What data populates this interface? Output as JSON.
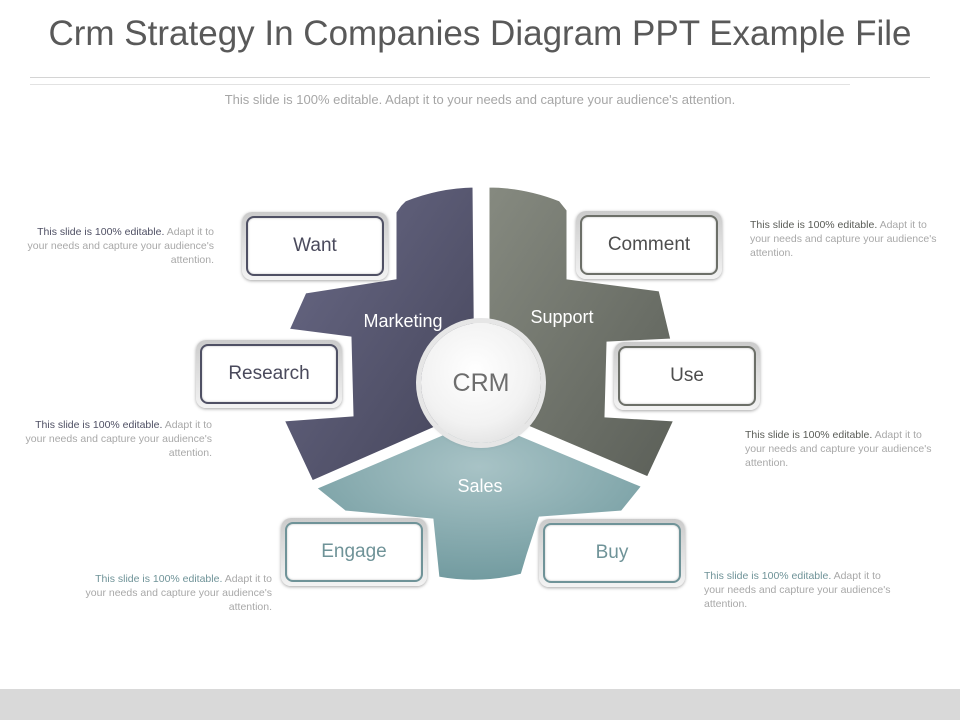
{
  "title": "Crm Strategy In Companies Diagram PPT Example File",
  "subtitle": "This slide is 100% editable. Adapt it to your needs and capture your audience's attention.",
  "center": "CRM",
  "segments": {
    "marketing": "Marketing",
    "support": "Support",
    "sales": "Sales"
  },
  "boxes": {
    "want": "Want",
    "research": "Research",
    "comment": "Comment",
    "use": "Use",
    "engage": "Engage",
    "buy": "Buy"
  },
  "notes": {
    "lead": "This slide is 100% editable.",
    "rest": "Adapt it to your needs and capture your audience's attention."
  },
  "colors": {
    "marketing": "#5b5b76",
    "support": "#6f736b",
    "sales": "#7ea6ab"
  }
}
